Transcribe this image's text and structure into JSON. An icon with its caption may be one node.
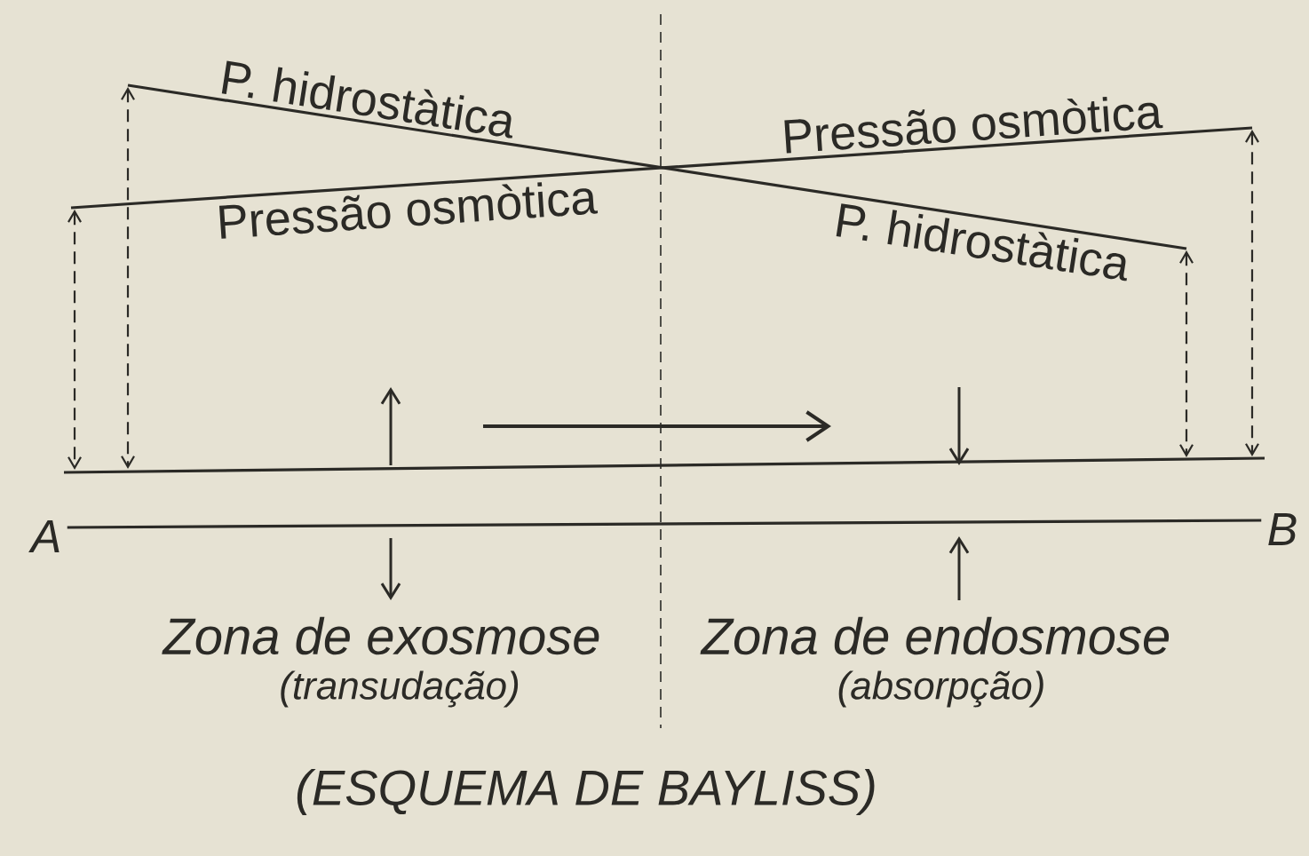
{
  "diagram": {
    "caption": "(ESQUEMA DE BAYLISS)",
    "labels": [
      "P. hidrostàtica",
      "Pressão osmòtica",
      "Pressão osmòtica",
      "P. hidrostàtica",
      "Zona de exosmose",
      "(transudação)",
      "Zona de endosmose",
      "(absorpção)"
    ],
    "nodes": [
      {
        "text": [
          "A"
        ]
      },
      {
        "text": [
          "B"
        ]
      }
    ],
    "edges": [
      {
        "from": 0,
        "to": 1,
        "arrow": "none"
      }
    ]
  }
}
